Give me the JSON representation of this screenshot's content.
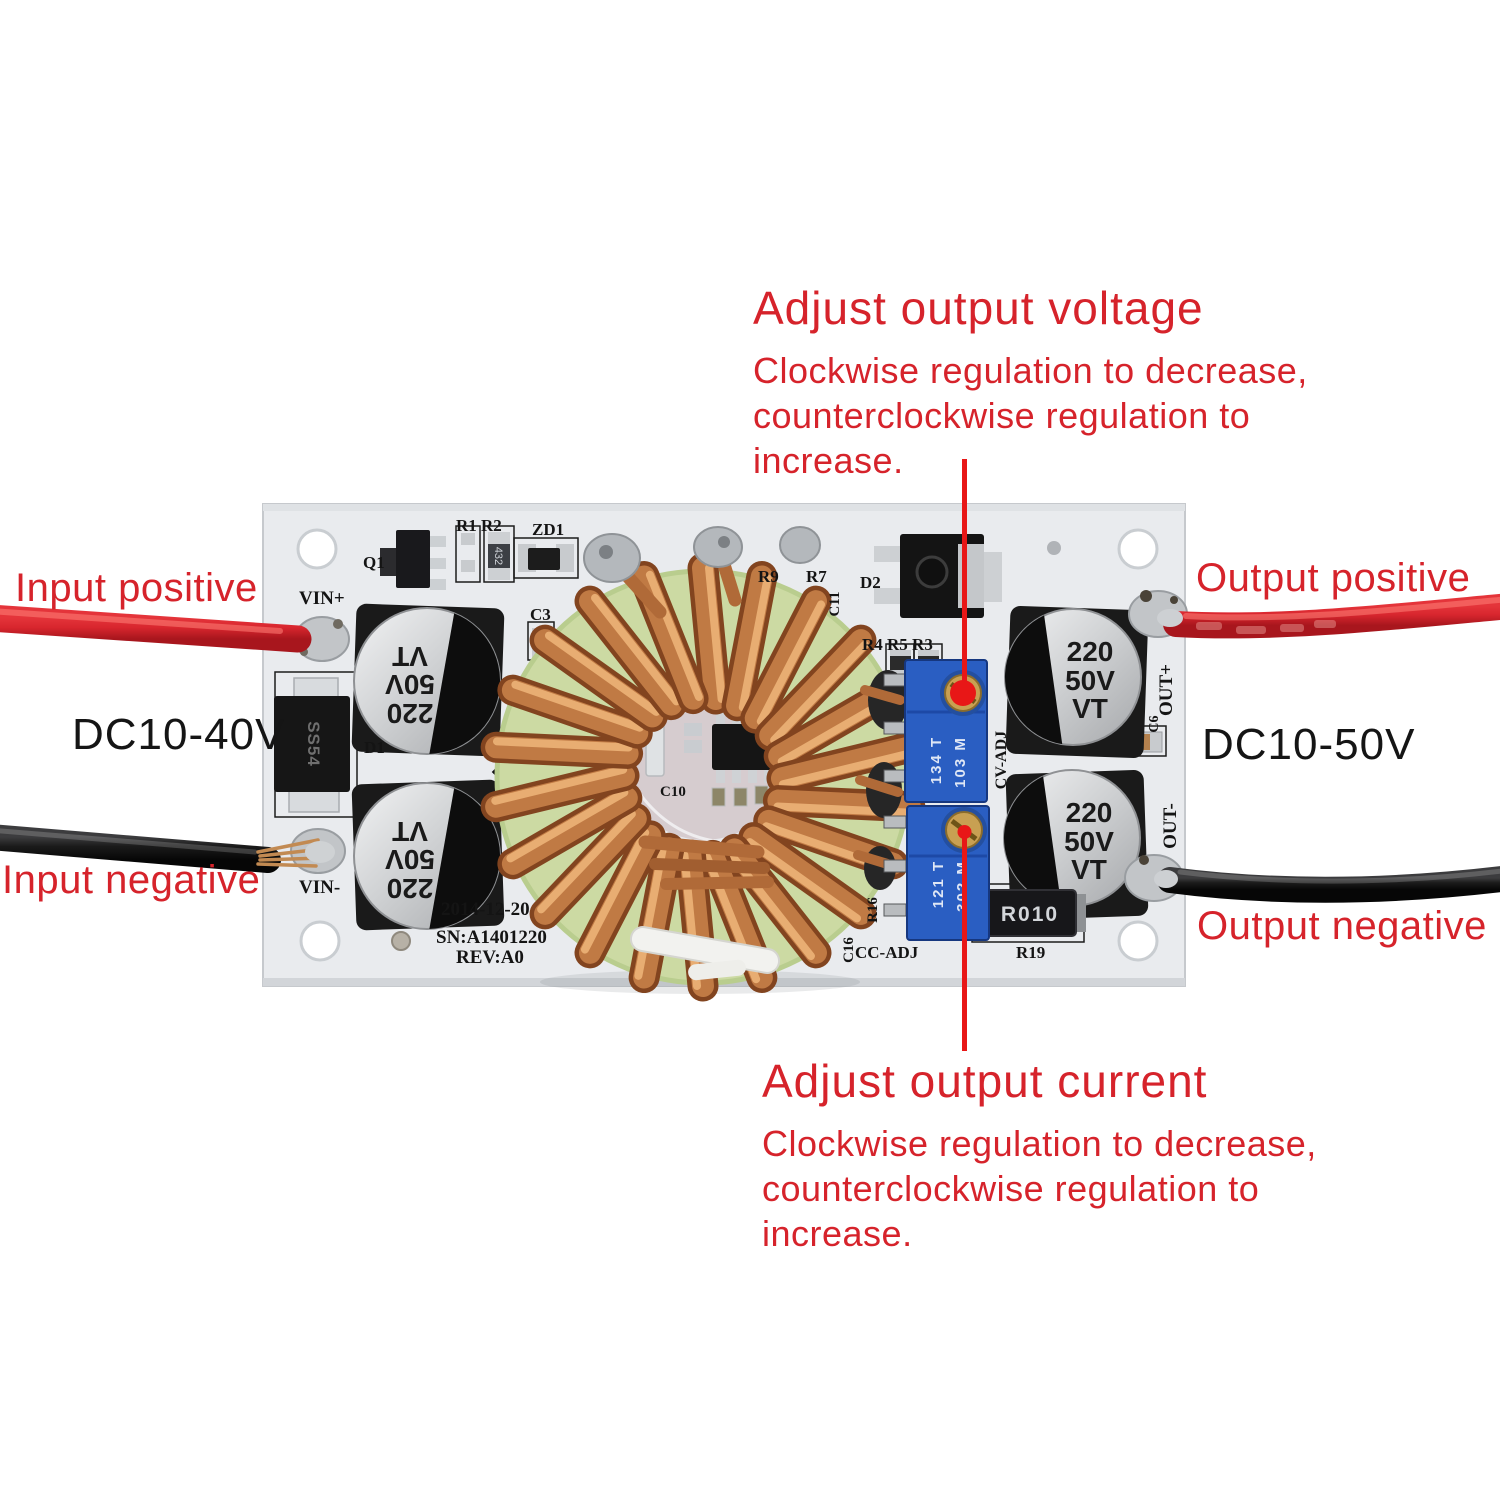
{
  "annotations": {
    "adjust_voltage": {
      "title": "Adjust output voltage",
      "lines": [
        "Clockwise regulation to decrease,",
        "counterclockwise regulation to",
        "increase."
      ]
    },
    "adjust_current": {
      "title": "Adjust output current",
      "lines": [
        "Clockwise regulation to decrease,",
        "counterclockwise regulation to",
        "increase."
      ]
    },
    "input_positive": "Input positive",
    "input_negative": "Input negative",
    "input_range": "DC10-40V",
    "output_positive": "Output positive",
    "output_negative": "Output negative",
    "output_range": "DC10-50V"
  },
  "pcb": {
    "silkscreen": {
      "vin_plus": "VIN+",
      "vin_minus": "VIN-",
      "out_plus": "OUT+",
      "out_minus": "OUT-",
      "q1": "Q1",
      "r1_r2": "R1 R2",
      "zd1": "ZD1",
      "c3": "C3",
      "d1": "D1",
      "d2": "D2",
      "r9": "R9",
      "r7": "R7",
      "c11": "C11",
      "r4_r5_r3": "R4 R5 R3",
      "c10": "C10",
      "c6": "C6",
      "r16": "R16",
      "c16": "C16",
      "cv_adj": "CV-ADJ",
      "cc_adj": "CC-ADJ",
      "r19": "R19",
      "date": "2014-12-20",
      "serial": "SN:A1401220",
      "revision": "REV:A0"
    },
    "markings": {
      "cap_l1": "220",
      "cap_l2": "50V",
      "cap_l3": "VT",
      "diode": "SS54",
      "shunt": "R010",
      "resistor_r2": "432",
      "cv_trim_col1": "134 T",
      "cv_trim_col2": "103 M",
      "cc_trim_col1": "121 T",
      "cc_trim_col2": "302 M"
    }
  },
  "colors": {
    "annotation_red": "#d6232b",
    "pointer_red": "#e81717",
    "label_black": "#151515",
    "wire_red": "#d8262e",
    "wire_black": "#1b1b1b",
    "pcb_board": "#e9ebee",
    "trimmer_blue": "#2a5ec2",
    "toroid_green": "#ccdaa3",
    "copper": "#c07a44"
  }
}
